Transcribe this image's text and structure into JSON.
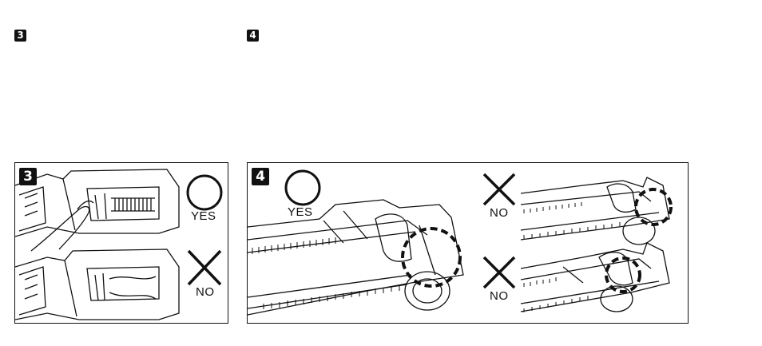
{
  "headings": {
    "step3": "3",
    "step4": "4"
  },
  "panel3": {
    "step": "3",
    "top_label": "YES",
    "bottom_label": "NO"
  },
  "panel4": {
    "step": "4",
    "main_label": "YES",
    "top_right_label": "NO",
    "bottom_right_label": "NO"
  },
  "icons": {
    "yes_mark": "circle-icon",
    "no_mark": "x-cross-icon",
    "highlight": "dashed-circle-icon"
  },
  "colors": {
    "ink": "#111111",
    "paper": "#ffffff"
  }
}
